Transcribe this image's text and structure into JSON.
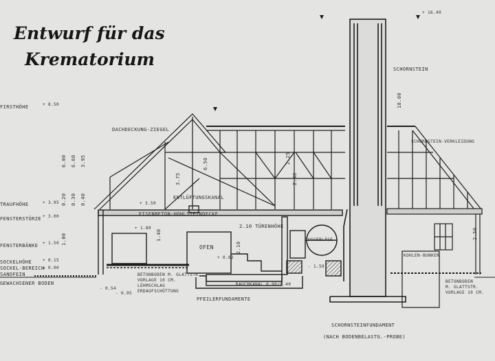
{
  "title": {
    "line1": "Entwurf für das",
    "line2": "Krematorium"
  },
  "labels": {
    "chimney": "SCHORNSTEIN",
    "roof_covering": "DACHDECKUNG-ZIEGEL",
    "ventilation_duct": "ENTLÜFTUNGSKANAL",
    "reinforced_ceiling": "EISENBETON-HOHLSTEINDECKE",
    "door_height": "2.10 TÜRENHÖHE",
    "oven": "OFEN",
    "draft_fan": "ZUGGEBLÄSE",
    "chimney_lining": "SCHORNSTEIN-VERKLEIDUNG",
    "smoke_duct": "RAUCHKANAL 0.90/0.40",
    "pillar_foundations": "PFEILERFUNDAMENTE",
    "chimney_foundation": "SCHORNSTEINFUNDAMENT",
    "chimney_foundation_note": "(NACH BODENBELASTG.-PROBE)",
    "coal_bunker": "KOHLEN-BUNKER",
    "eaves_height": "TRAUFHÖHE",
    "window_lintel": "FENSTERSTÜRZE",
    "window_sills": "FENSTERBÄNKE",
    "plinth_height": "SOCKELHÖHE",
    "plinth_area": "SOCKEL-BEREICH",
    "sand_fill": "SANDFEIN",
    "natural_ground": "GEWACHSENER BODEN",
    "ridge_height": "FIRSTHÖHE",
    "floor_concrete": "BETONBODEN M. GLATTSTR.",
    "floor_layer_1": "VORLAGE 10 CM.",
    "floor_layer_2": "LEHMSCHLAG",
    "floor_layer_3": "ERDAUFSCHÜTTUNG",
    "right_floor_1": "BETONBODEN",
    "right_floor_2": "M. GLATTSTR.",
    "right_floor_3": "VORLAGE 10 CM."
  },
  "levels": {
    "top": "+ 16.40",
    "ridge": "+ 8.50",
    "eaves": "+ 3.95",
    "lintel": "+ 3.00",
    "sill": "+ 1.50",
    "plinth": "+ 0.15",
    "ground": "± 0.00",
    "basement": "- 0.54",
    "oven_floor": "+ 0.02",
    "chimney_h": "18.00",
    "ceiling": "+ 3.50",
    "left_room": "+ 1.80",
    "pit": "- 1.50",
    "foundation": "- 0.95"
  },
  "dims": {
    "d1": "6.00",
    "d2": "6.60",
    "d3": "6.50",
    "d4": "2.25",
    "d5": "3.75",
    "d6": "2.48",
    "d7": "1.40",
    "d8": "2.10",
    "d9": "0.20",
    "d10": "0.30",
    "d11": "0.40",
    "d12": "1.00",
    "d13": "3.95",
    "d14": "2.50"
  },
  "colors": {
    "paper": "#e4e4e2",
    "ink": "#1c1c1c",
    "faint_ink": "#5a5a5a"
  }
}
